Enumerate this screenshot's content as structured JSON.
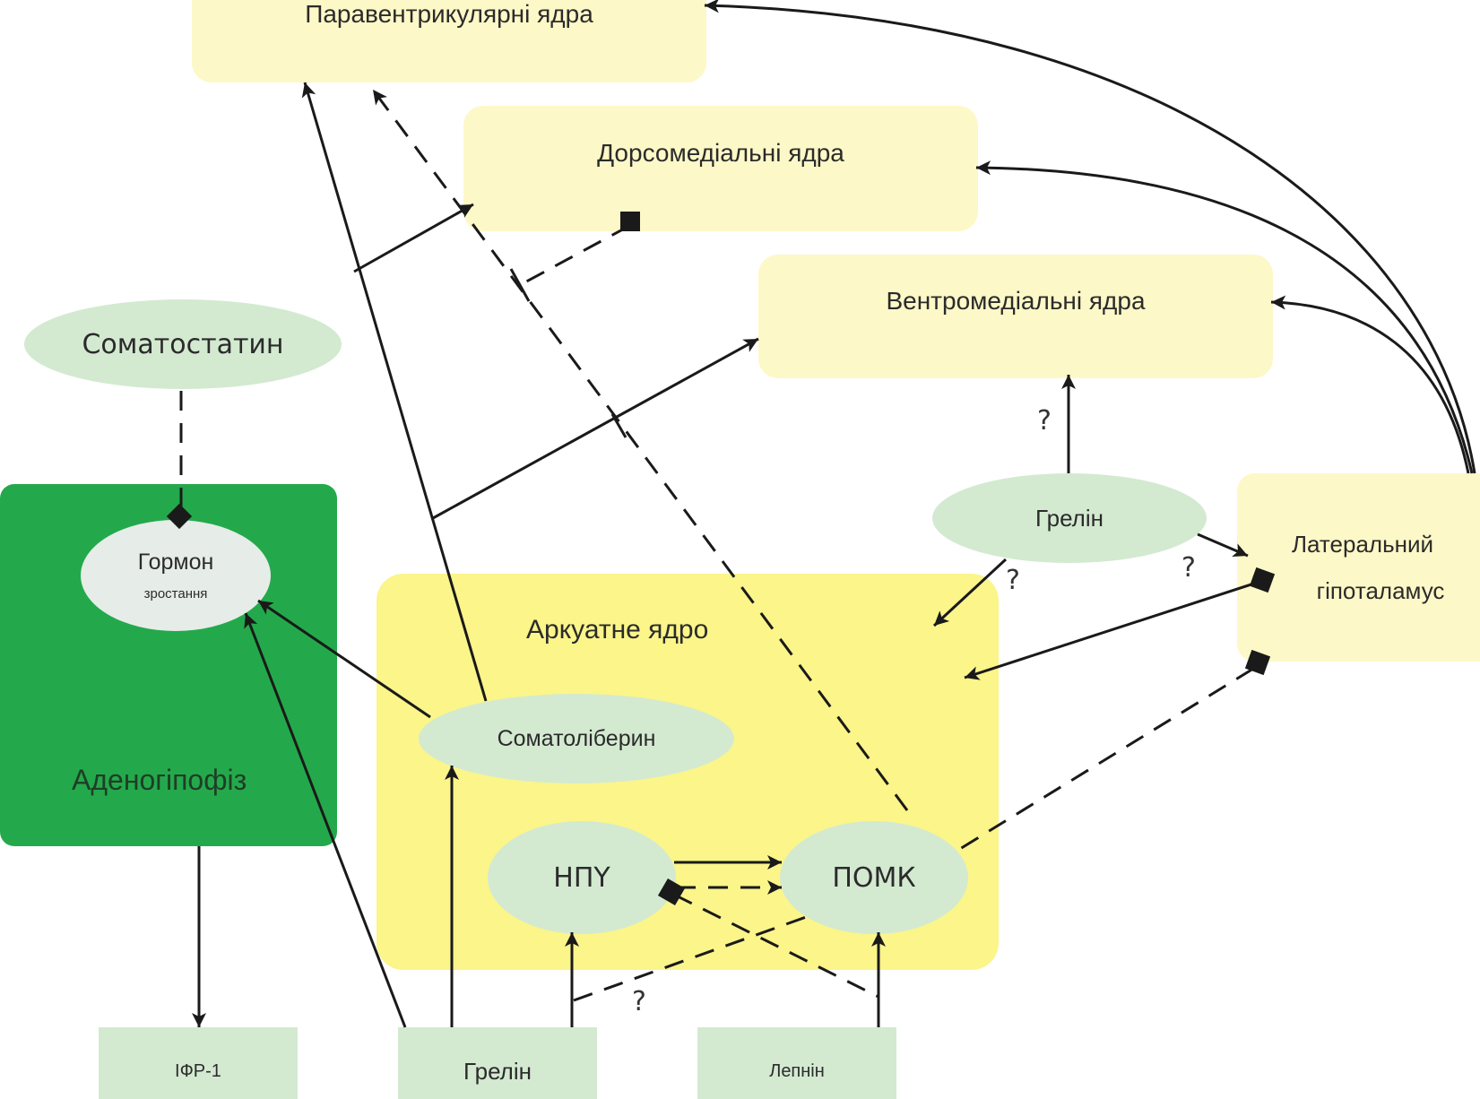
{
  "nodes": {
    "paraventricular": "Паравентрикулярні ядра",
    "dorsomedial": "Дорсомедіальні ядра",
    "ventromedial": "Вентромедіальні ядра",
    "lateral_line1": "Латеральний",
    "lateral_line2": "гіпоталамус",
    "ghrelin_upper": "Грелін",
    "somatostatin": "Соматостатин",
    "gh_line1": "Гормон",
    "gh_line2": "зростання",
    "adenohypophysis": "Аденогіпофіз",
    "arcuate": "Аркуатне ядро",
    "somatoliberin": "Соматоліберин",
    "npy": "НПY",
    "pomc": "ПОМК",
    "igf1": "ІФР-1",
    "ghrelin_bottom": "Грелін",
    "leptin": "Лепнін"
  },
  "question_marks": [
    "?",
    "?",
    "?",
    "?"
  ],
  "colors": {
    "light_yellow": "#fdf8c7",
    "yellow": "#fbf58a",
    "light_green": "#d3ead1",
    "dark_green": "#23a94b",
    "line": "#1a1a1a"
  }
}
